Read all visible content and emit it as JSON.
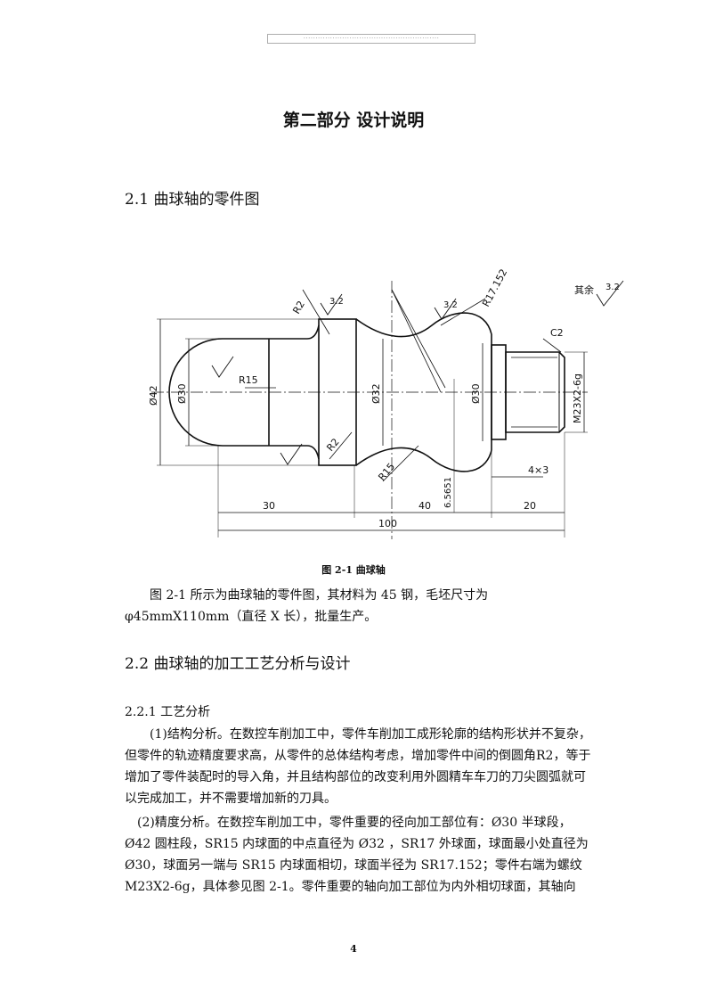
{
  "header": {
    "text": "························································"
  },
  "title": "第二部分 设计说明",
  "section_2_1": "2.1 曲球轴的零件图",
  "figure": {
    "roughness_other_label": "其余",
    "roughness_value": "3.2",
    "dims": {
      "d42": "Ø42",
      "d30_left": "Ø30",
      "d32": "Ø32",
      "d30_right": "Ø30",
      "thread": "M23X2-6g",
      "r15_top": "R15",
      "r15_bottom": "R15",
      "r2_top": "R2",
      "r2_bottom": "R2",
      "r17": "R17.152",
      "c2": "C2",
      "groove": "4×3",
      "len30": "30",
      "len40": "40",
      "len20": "20",
      "len100": "100",
      "len_small": "6.5651"
    }
  },
  "caption": "图 2-1 曲球轴",
  "para1": "图 2-1 所示为曲球轴的零件图，其材料为 45 钢，毛坯尺寸为φ45mmX110mm（直径 X 长），批量生产。",
  "section_2_2": "2.2 曲球轴的加工工艺分析与设计",
  "section_2_2_1": "2.2.1 工艺分析",
  "para2": "(1)结构分析。在数控车削加工中，零件车削加工成形轮廓的结构形状并不复杂，但零件的轨迹精度要求高，从零件的总体结构考虑，增加零件中间的倒圆角R2，等于增加了零件装配时的导入角，并且结构部位的改变利用外圆精车车刀的刀尖圆弧就可以完成加工，并不需要增加新的刀具。",
  "para3": "(2)精度分析。在数控车削加工中，零件重要的径向加工部位有：Ø30 半球段，Ø42 圆柱段，SR15 内球面的中点直径为 Ø32 ，SR17 外球面，球面最小处直径为Ø30，球面另一端与 SR15 内球面相切，球面半径为 SR17.152；零件右端为螺纹M23X2-6g，具体参见图 2-1。零件重要的轴向加工部位为内外相切球面，其轴向",
  "page_number": "4"
}
